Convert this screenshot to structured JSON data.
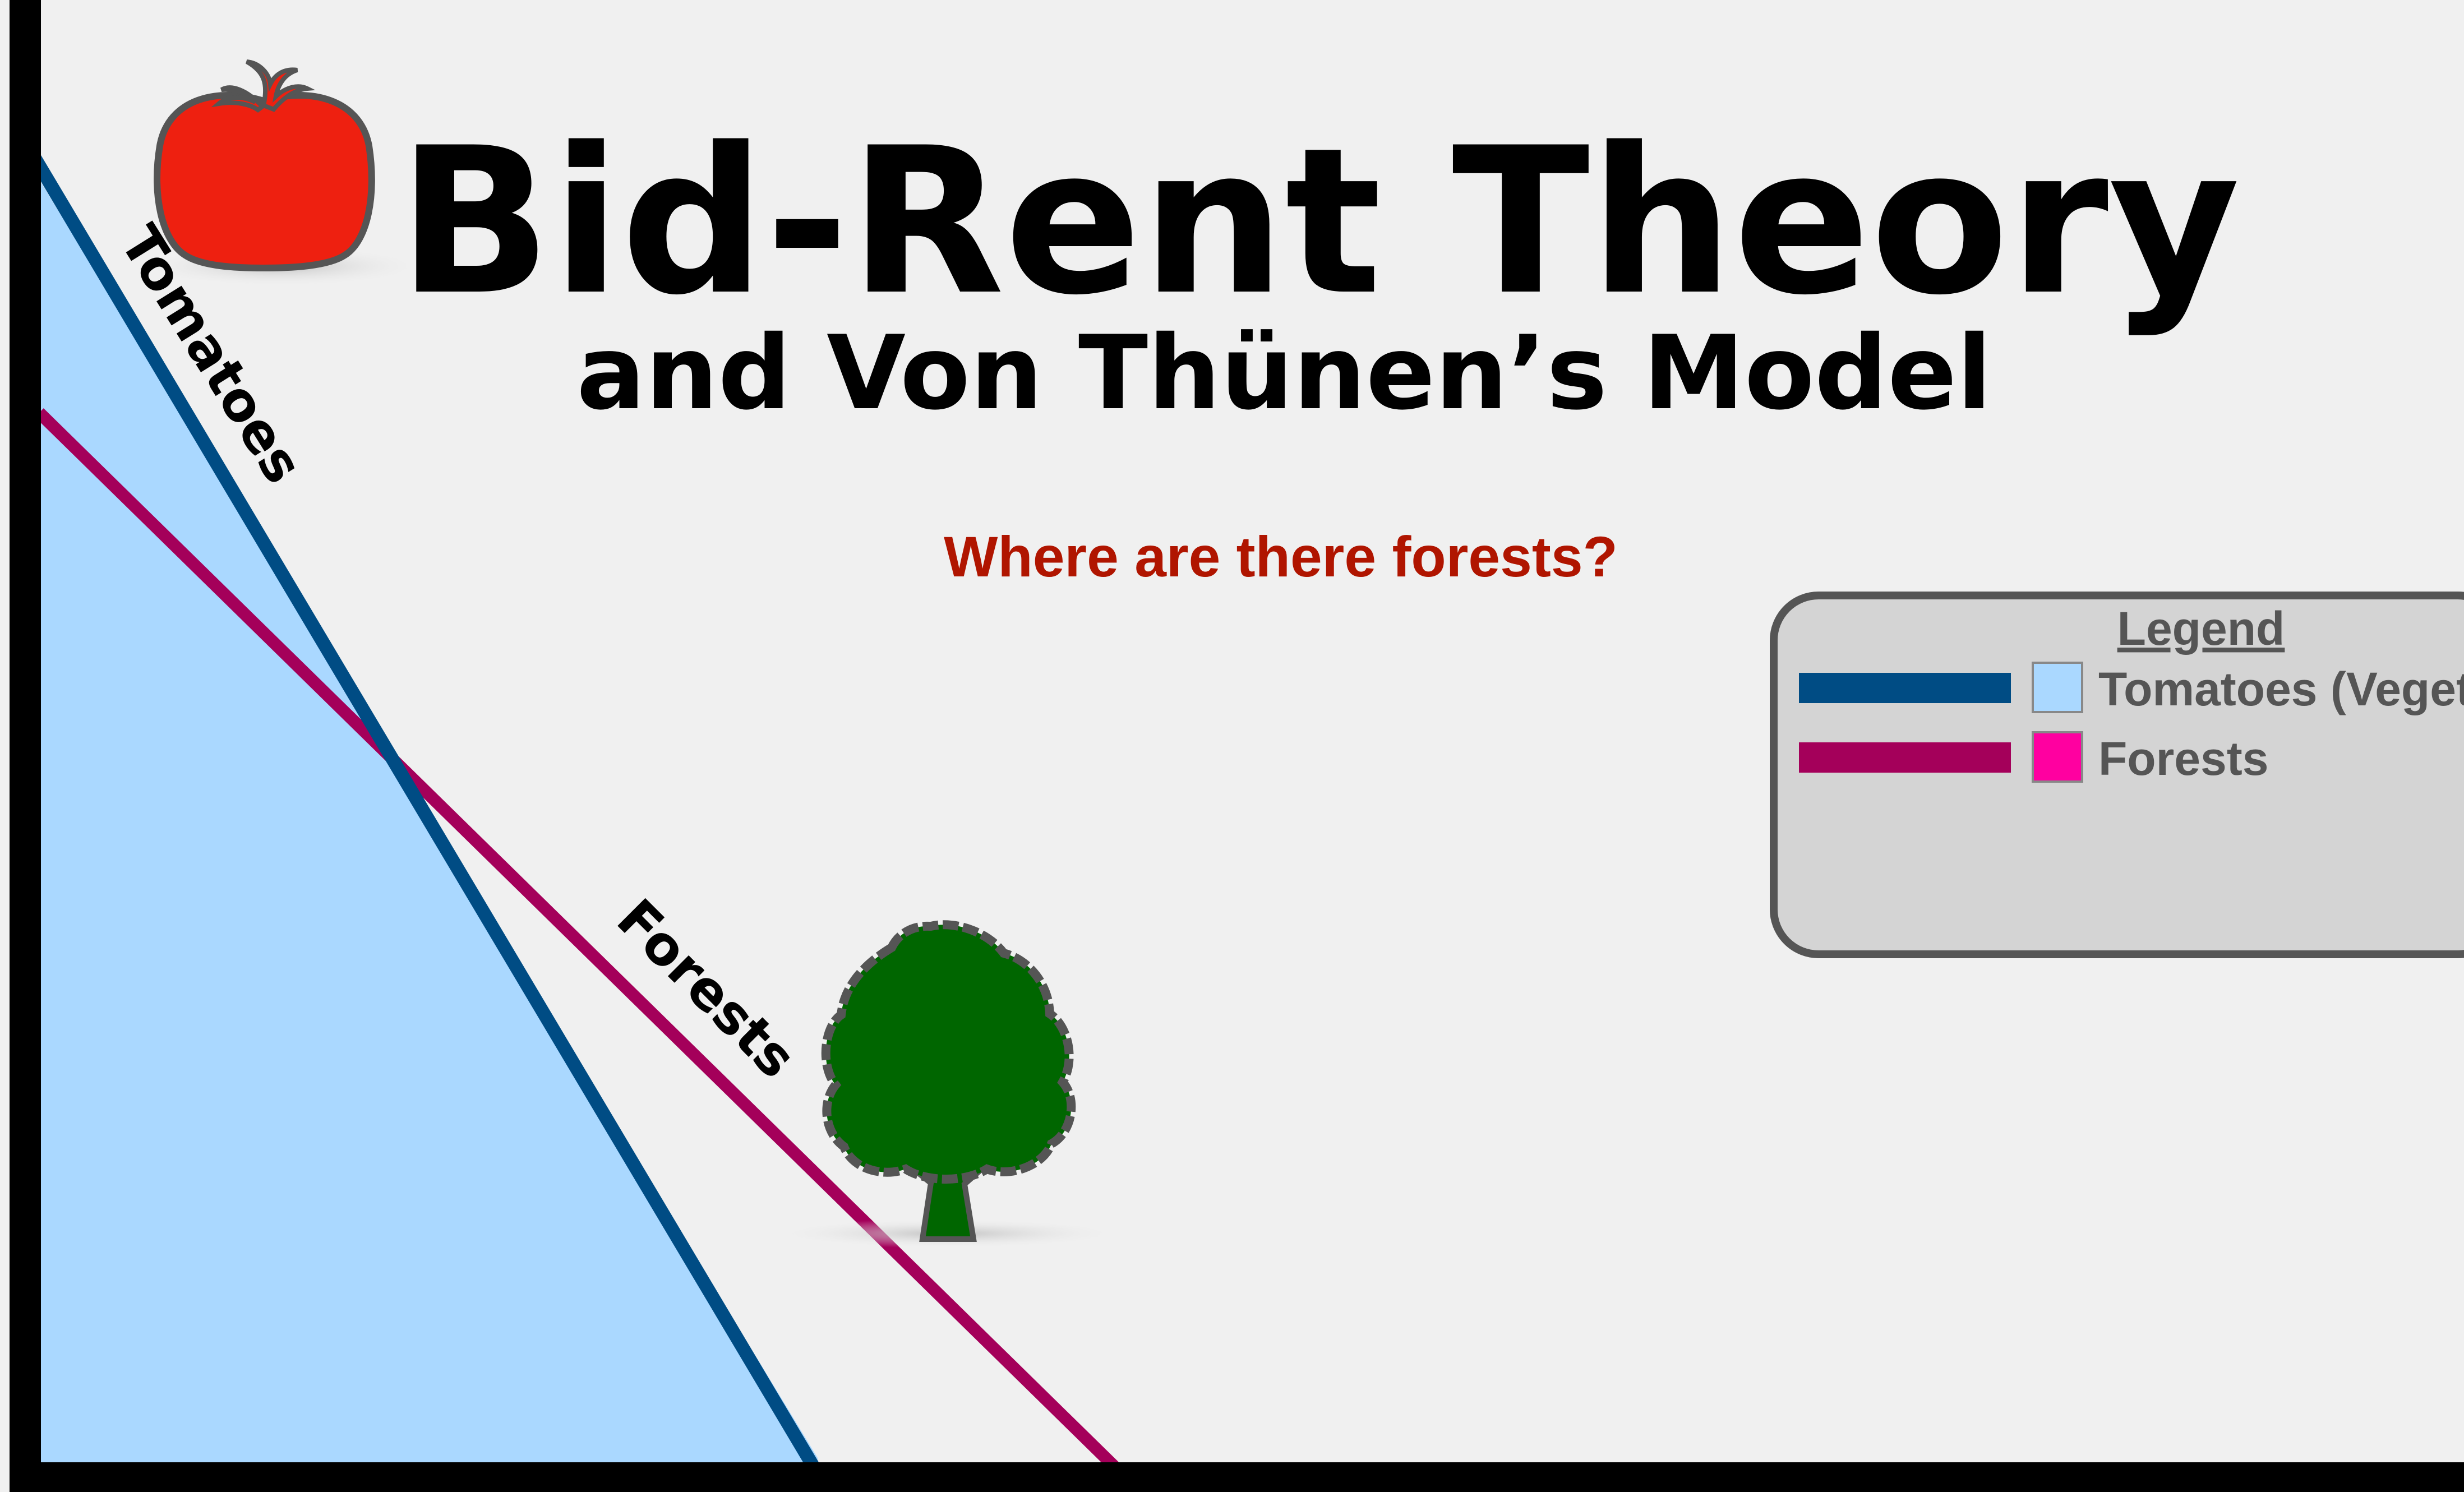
{
  "title": "Bid-Rent Theory",
  "subtitle": "and Von Thünen’s Model",
  "question": "Where are there forests?",
  "curve_labels": {
    "tomatoes": "Tomatoes",
    "forests": "Forests"
  },
  "legend": {
    "heading": "Legend",
    "items": [
      {
        "label": "Tomatoes (Vegetables)",
        "line_color": "#004c84",
        "swatch_color": "#aad8ff"
      },
      {
        "label": "Forests",
        "line_color": "#a4005a",
        "swatch_color": "#ff00a0"
      }
    ]
  },
  "icons": [
    "tomato-icon",
    "tree-icon"
  ],
  "colors": {
    "background": "#f0f0f0",
    "tomatoes_line": "#004c84",
    "tomatoes_fill": "#aad8ff",
    "forests_line": "#a4005a",
    "forests_swatch": "#ff00a0",
    "question_text": "#b01500",
    "axes": "#000000",
    "tomato": "#ee2010",
    "tree": "#006600",
    "legend_box": "#d4d4d4"
  }
}
